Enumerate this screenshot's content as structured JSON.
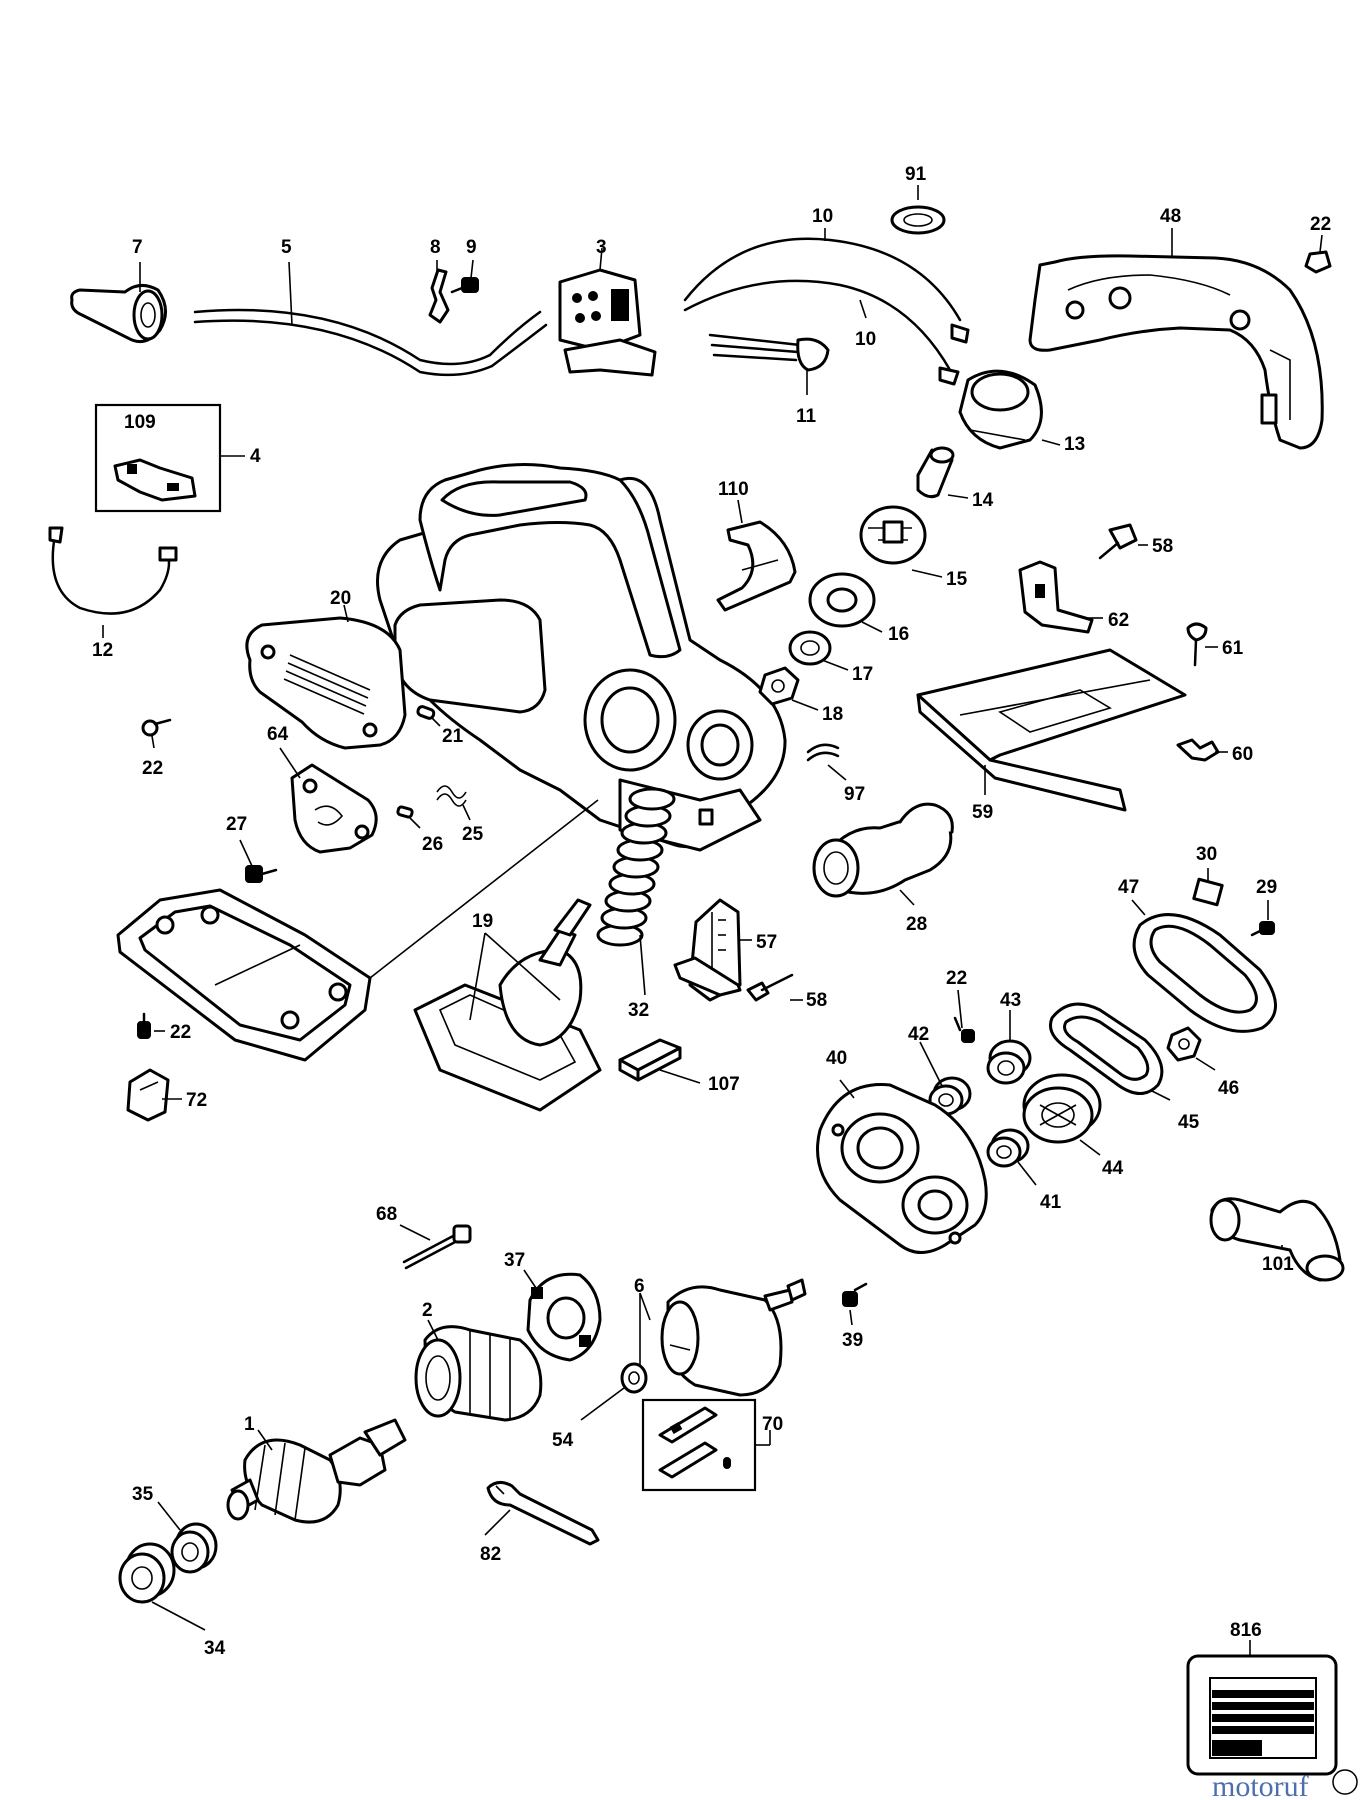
{
  "diagram": {
    "labels": {
      "p1": "1",
      "p2": "2",
      "p3": "3",
      "p4": "4",
      "p5": "5",
      "p6": "6",
      "p7": "7",
      "p8": "8",
      "p9": "9",
      "p10a": "10",
      "p10b": "10",
      "p11": "11",
      "p12": "12",
      "p13": "13",
      "p14": "14",
      "p15": "15",
      "p16": "16",
      "p17": "17",
      "p18": "18",
      "p19": "19",
      "p20": "20",
      "p21": "21",
      "p22a": "22",
      "p22b": "22",
      "p22c": "22",
      "p22d": "22",
      "p25": "25",
      "p26": "26",
      "p27": "27",
      "p28": "28",
      "p29": "29",
      "p30": "30",
      "p32": "32",
      "p34": "34",
      "p35": "35",
      "p37": "37",
      "p39": "39",
      "p40": "40",
      "p41": "41",
      "p42": "42",
      "p43": "43",
      "p44": "44",
      "p45": "45",
      "p46": "46",
      "p47": "47",
      "p48": "48",
      "p54": "54",
      "p57": "57",
      "p58a": "58",
      "p58b": "58",
      "p59": "59",
      "p60": "60",
      "p61": "61",
      "p62": "62",
      "p64": "64",
      "p68": "68",
      "p70": "70",
      "p72": "72",
      "p82": "82",
      "p91": "91",
      "p97": "97",
      "p101": "101",
      "p107": "107",
      "p109": "109",
      "p110": "110",
      "p816": "816"
    },
    "watermark": "motoruf"
  }
}
